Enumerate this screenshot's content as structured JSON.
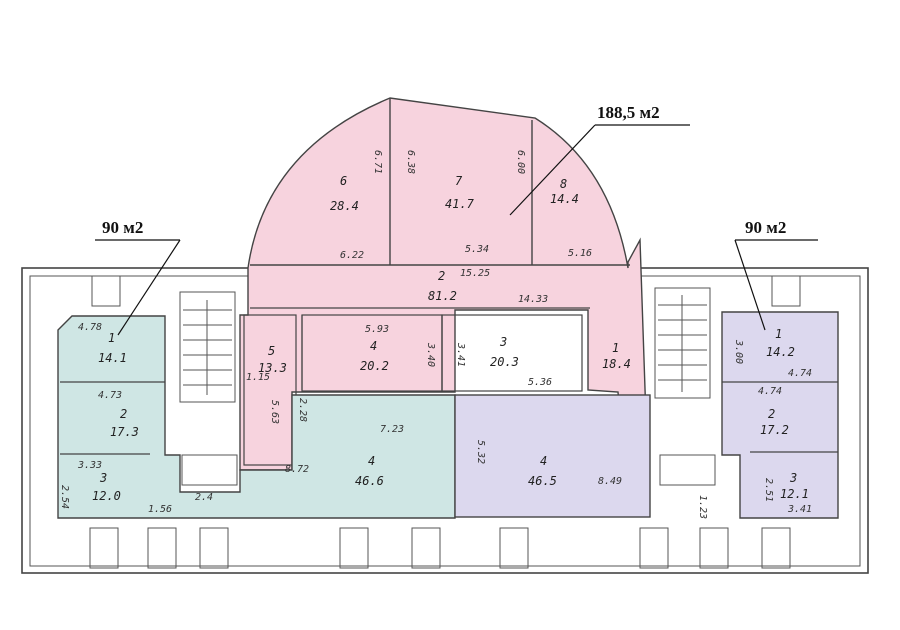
{
  "callouts": {
    "center": "188,5 м2",
    "left": "90 м2",
    "right": "90 м2"
  },
  "colors": {
    "pink": "#f7d3de",
    "teal": "#cfe6e4",
    "lavender": "#dcd8ee",
    "line": "#444444"
  },
  "rooms": {
    "r6": {
      "num": "6",
      "area": "28.4"
    },
    "r7": {
      "num": "7",
      "area": "41.7"
    },
    "r8": {
      "num": "8",
      "area": "14.4"
    },
    "r2c": {
      "num": "2",
      "area": "81.2"
    },
    "r4c": {
      "num": "4",
      "area": "20.2"
    },
    "r3c": {
      "num": "3",
      "area": "20.3"
    },
    "r5c": {
      "num": "5",
      "area": "13.3"
    },
    "r1c": {
      "num": "1",
      "area": "18.4"
    },
    "r1l": {
      "num": "1",
      "area": "14.1"
    },
    "r2l": {
      "num": "2",
      "area": "17.3"
    },
    "r3l": {
      "num": "3",
      "area": "12.0"
    },
    "r4l": {
      "num": "4",
      "area": "46.6"
    },
    "r4r": {
      "num": "4",
      "area": "46.5"
    },
    "r1r": {
      "num": "1",
      "area": "14.2"
    },
    "r2r": {
      "num": "2",
      "area": "17.2"
    },
    "r3r": {
      "num": "3",
      "area": "12.1"
    }
  },
  "dims": {
    "d1": "6.71",
    "d2": "6.38",
    "d3": "6.00",
    "d4": "6.22",
    "d5": "5.34",
    "d6": "5.16",
    "d7": "15.25",
    "d8": "14.33",
    "d9": "5.93",
    "d10": "3.40",
    "d11": "3.41",
    "d12": "5.36",
    "d13": "4.78",
    "d14": "4.73",
    "d15": "3.33",
    "d16": "2.54",
    "d17": "1.56",
    "d18": "2.4",
    "d19": "8.72",
    "d20": "7.23",
    "d21": "5.32",
    "d22": "8.49",
    "d23": "4.74",
    "d24": "4.74",
    "d25": "3.00",
    "d26": "3.41",
    "d27": "2.51",
    "d28": "1.15",
    "d29": "5.63",
    "d30": "2.28",
    "d31": "1.23"
  }
}
